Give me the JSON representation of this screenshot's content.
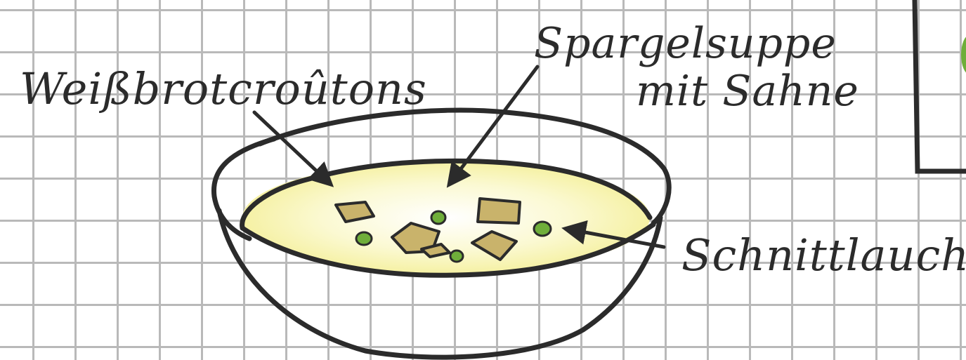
{
  "labels": {
    "croutons": "Weißbrotcroûtons",
    "soup_line1": "Spargelsuppe",
    "soup_line2": "mit Sahne",
    "chives": "Schnittlauch"
  },
  "colors": {
    "ink": "#2b2b2b",
    "soup": "#f6f3a8",
    "crouton": "#c9b36b",
    "chive": "#6fae3a",
    "grid": "#b9b9b9"
  }
}
